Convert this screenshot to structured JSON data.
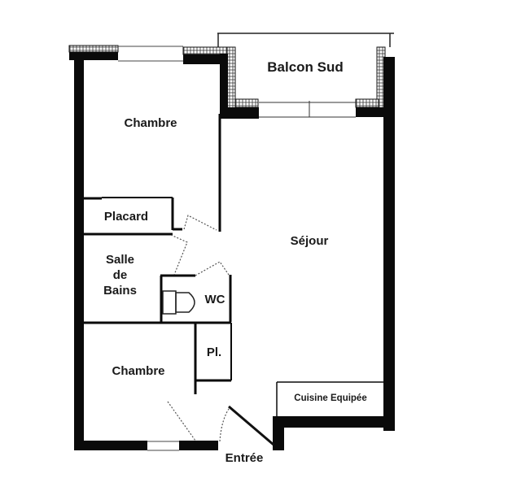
{
  "plan": {
    "colors": {
      "wall": "#0a0a0a",
      "background": "#ffffff",
      "hatch": "#555555",
      "text": "#1a1a1a"
    },
    "rooms": [
      {
        "id": "balcon",
        "label": "Balcon Sud"
      },
      {
        "id": "chambre1",
        "label": "Chambre"
      },
      {
        "id": "placard",
        "label": "Placard"
      },
      {
        "id": "sejour",
        "label": "Séjour"
      },
      {
        "id": "salle-de-bains",
        "label": "Salle\nde\nBains"
      },
      {
        "id": "wc",
        "label": "WC"
      },
      {
        "id": "placard-small",
        "label": "Pl."
      },
      {
        "id": "chambre2",
        "label": "Chambre"
      },
      {
        "id": "cuisine",
        "label": "Cuisine Equipée"
      },
      {
        "id": "entree",
        "label": "Entrée"
      }
    ]
  }
}
